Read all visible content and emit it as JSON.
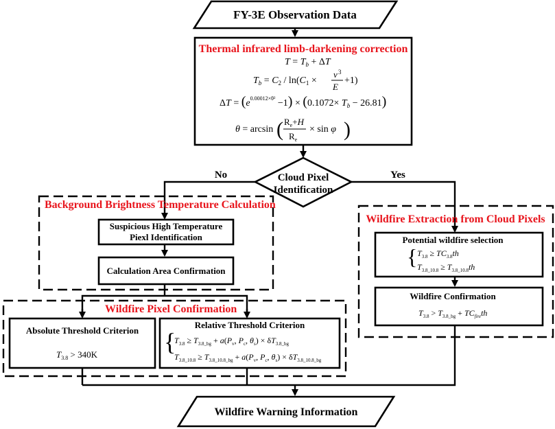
{
  "nodes": {
    "input": "FY-3E Observation Data",
    "correction_title": "Thermal infrared limb-darkening correction",
    "cloud_line1": "Cloud Pixel",
    "cloud_line2": "Identification",
    "no_label": "No",
    "yes_label": "Yes",
    "background_title": "Background Brightness Temperature Calculation",
    "suspicious_line1": "Suspicious High Temperature",
    "suspicious_line2": "Piexl Identification",
    "calc_area": "Calculation Area Confirmation",
    "confirm_title": "Wildfire Pixel Confirmation",
    "absolute_title": "Absolute Threshold Criterion",
    "absolute_value": "340K",
    "relative_title": "Relative Threshold Criterion",
    "cloud_extract_title": "Wildfire Extraction from Cloud Pixels",
    "potential_title": "Potential wildfire selection",
    "wf_confirm_title": "Wildfire Confirmation",
    "output": "Wildfire Warning Information"
  },
  "colors": {
    "section_title": "#e8141c",
    "stroke": "#000000"
  }
}
